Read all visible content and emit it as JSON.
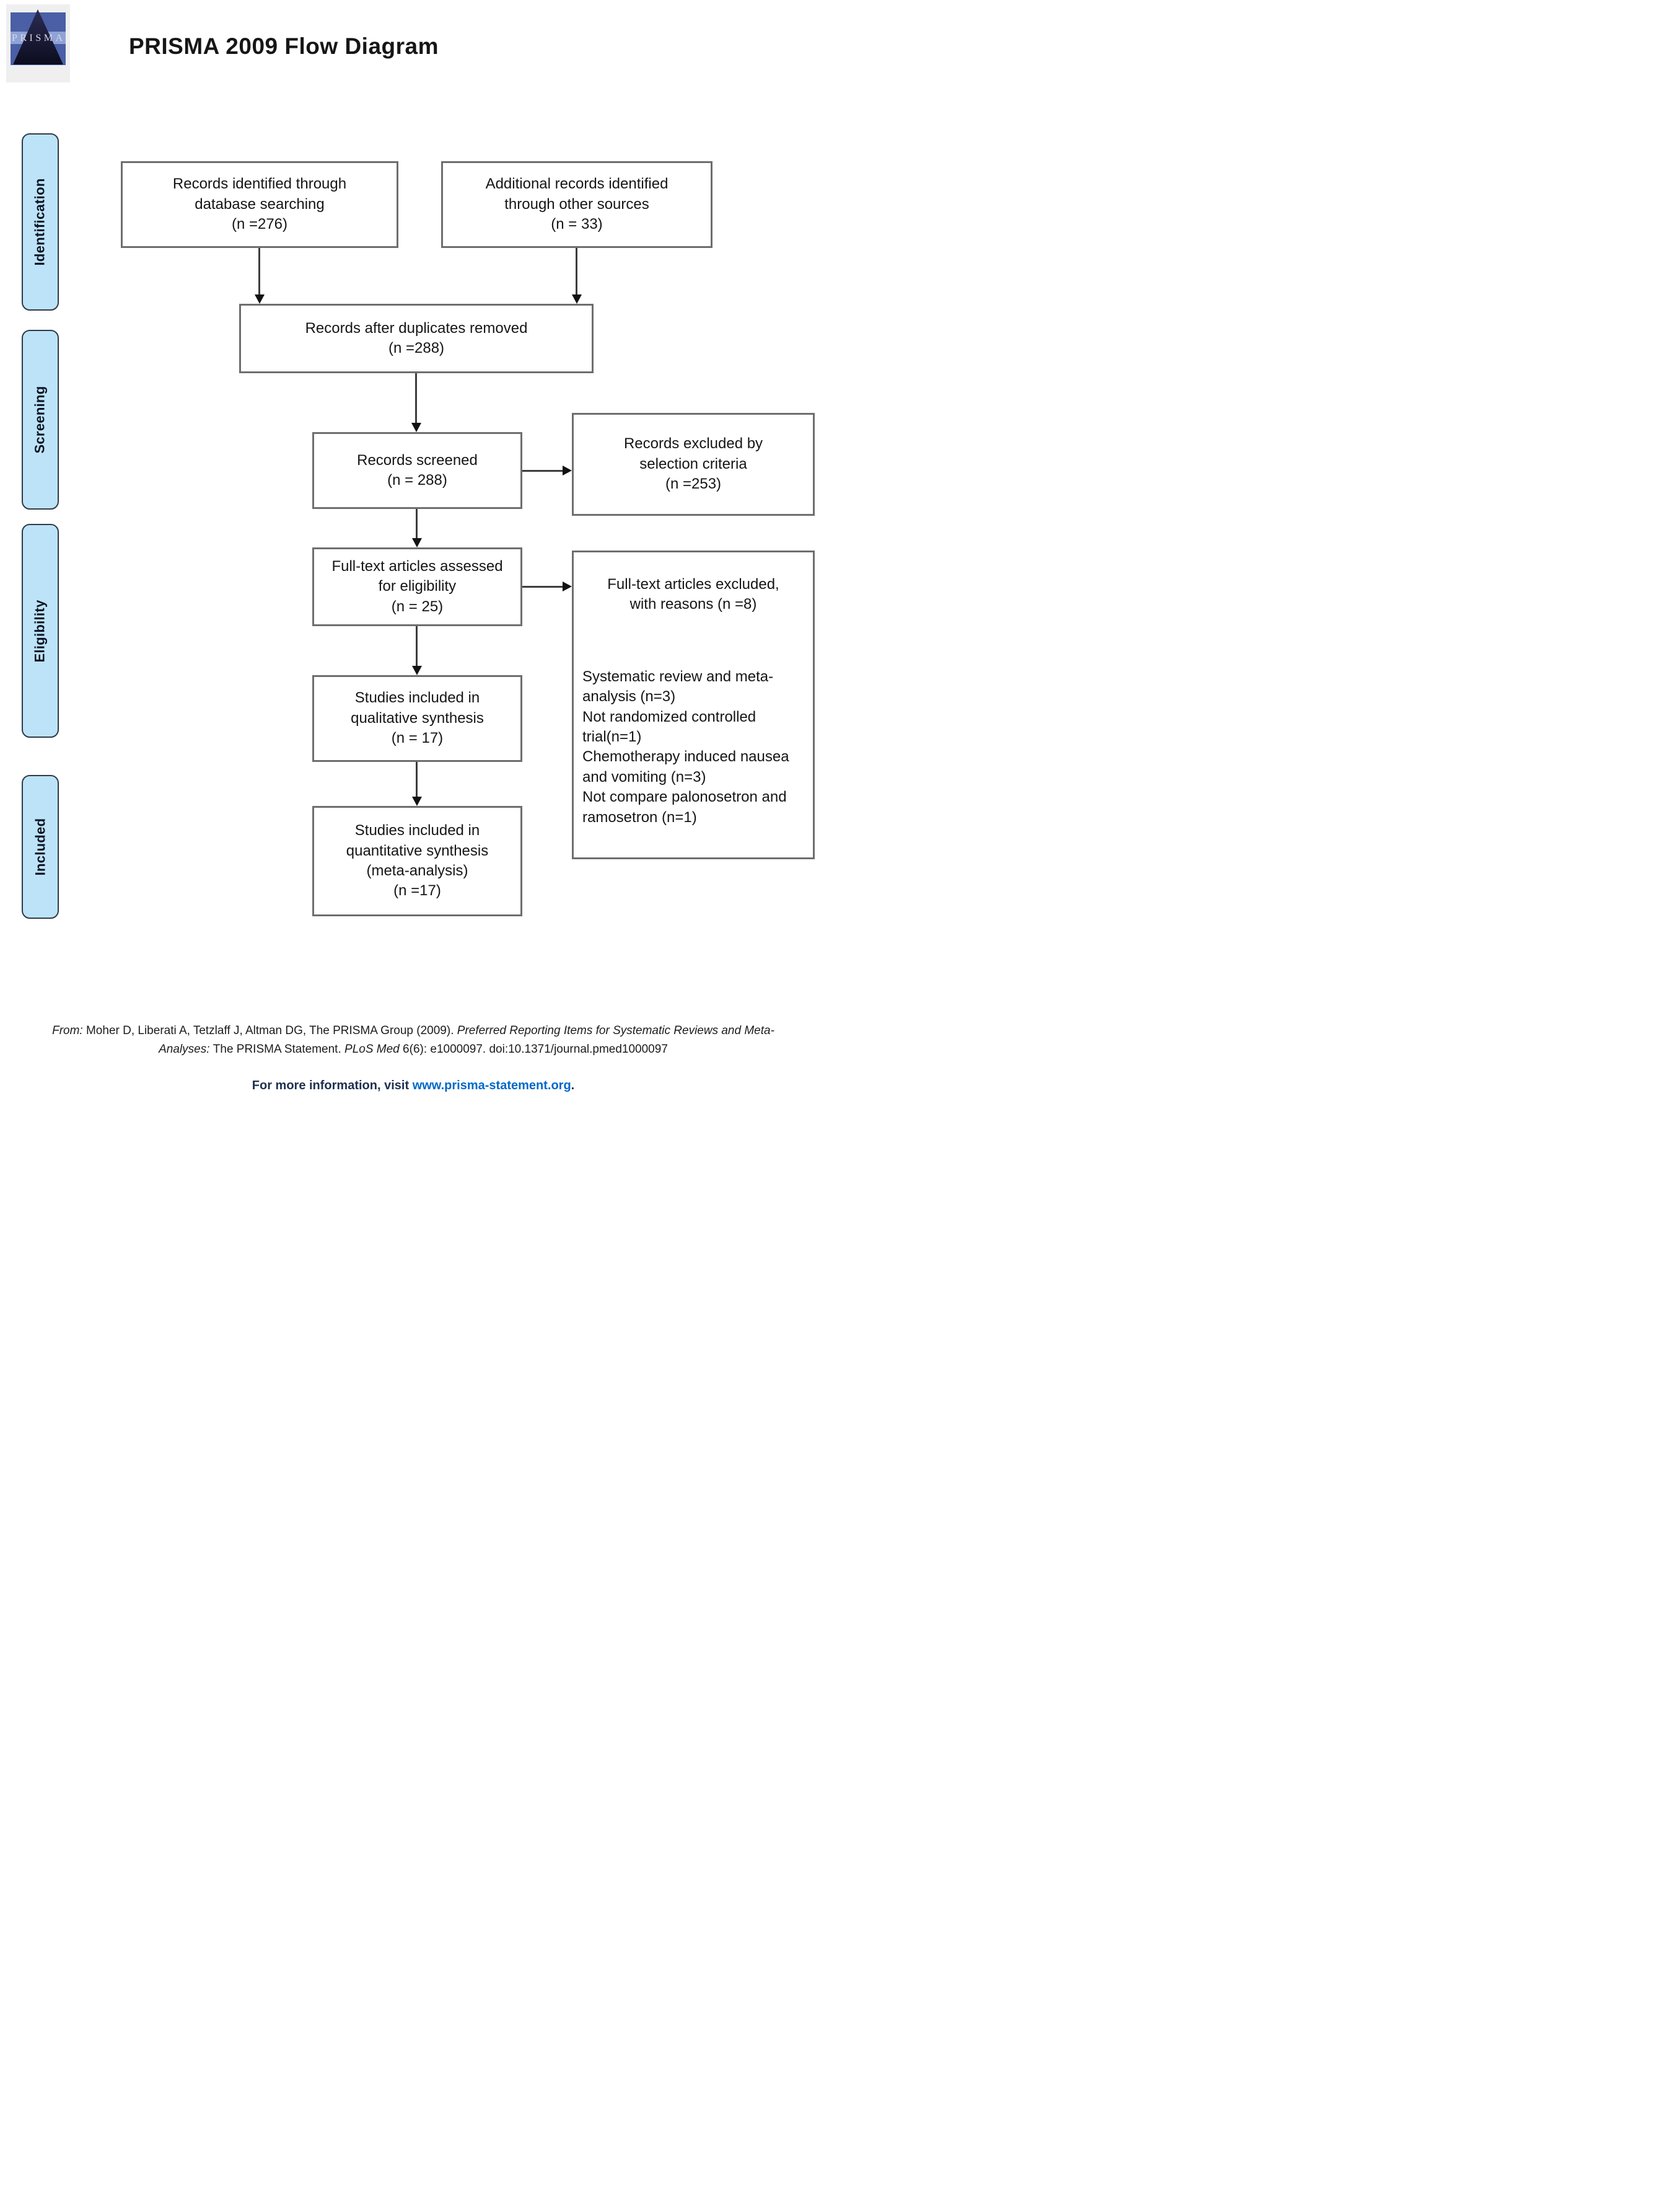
{
  "page": {
    "title": "PRISMA 2009 Flow Diagram",
    "logo_text": "PRISMA"
  },
  "stages": [
    {
      "label": "Identification"
    },
    {
      "label": "Screening"
    },
    {
      "label": "Eligibility"
    },
    {
      "label": "Included"
    }
  ],
  "boxes": {
    "records_identified": {
      "text": "Records identified through\ndatabase searching\n(n =276)"
    },
    "additional_records": {
      "text": "Additional records identified\nthrough other sources\n(n = 33)"
    },
    "duplicates_removed": {
      "text": "Records after duplicates removed\n(n =288)"
    },
    "records_screened": {
      "text": "Records screened\n(n = 288)"
    },
    "records_excluded": {
      "text": "Records excluded by\nselection criteria\n(n =253)"
    },
    "fulltext_assessed": {
      "text": "Full-text articles assessed\nfor eligibility\n(n = 25)"
    },
    "fulltext_excluded": {
      "title": "Full-text articles excluded,\nwith reasons (n =8)",
      "reasons": "Systematic review and meta-\nanalysis (n=3)\nNot randomized controlled\ntrial(n=1)\nChemotherapy induced nausea\nand vomiting (n=3)\nNot compare palonosetron and\nramosetron (n=1)"
    },
    "qualitative_synthesis": {
      "text": "Studies included in\nqualitative synthesis\n(n = 17)"
    },
    "quantitative_synthesis": {
      "text": "Studies included in\nquantitative synthesis\n(meta-analysis)\n(n =17)"
    }
  },
  "footer": {
    "citation_line1": [
      {
        "text": "From:",
        "italic": true
      },
      {
        "text": "  Moher D, Liberati A, Tetzlaff J, Altman DG, The PRISMA Group (2009). ",
        "italic": false
      },
      {
        "text": "Preferred Reporting Items for Systematic Reviews and Meta-",
        "italic": true
      }
    ],
    "citation_line2": [
      {
        "text": "Analyses: ",
        "italic": true
      },
      {
        "text": "The PRISMA Statement. ",
        "italic": false
      },
      {
        "text": "PLoS Med",
        "italic": true
      },
      {
        "text": " 6(6): e1000097. doi:10.1371/journal.pmed1000097",
        "italic": false
      }
    ],
    "info_prefix": "For more information, visit ",
    "info_link": "www.prisma-statement.org",
    "info_suffix": "."
  },
  "colors": {
    "stage_fill": "#BDE3F8",
    "stage_border": "#2F3B45",
    "box_border": "#6E6E6E",
    "arrow": "#3D3D3D",
    "link_blue": "#0069C8",
    "info_text": "#1F3050",
    "logo_blue": "#4A5FA5",
    "logo_triangle": "#15152E"
  }
}
